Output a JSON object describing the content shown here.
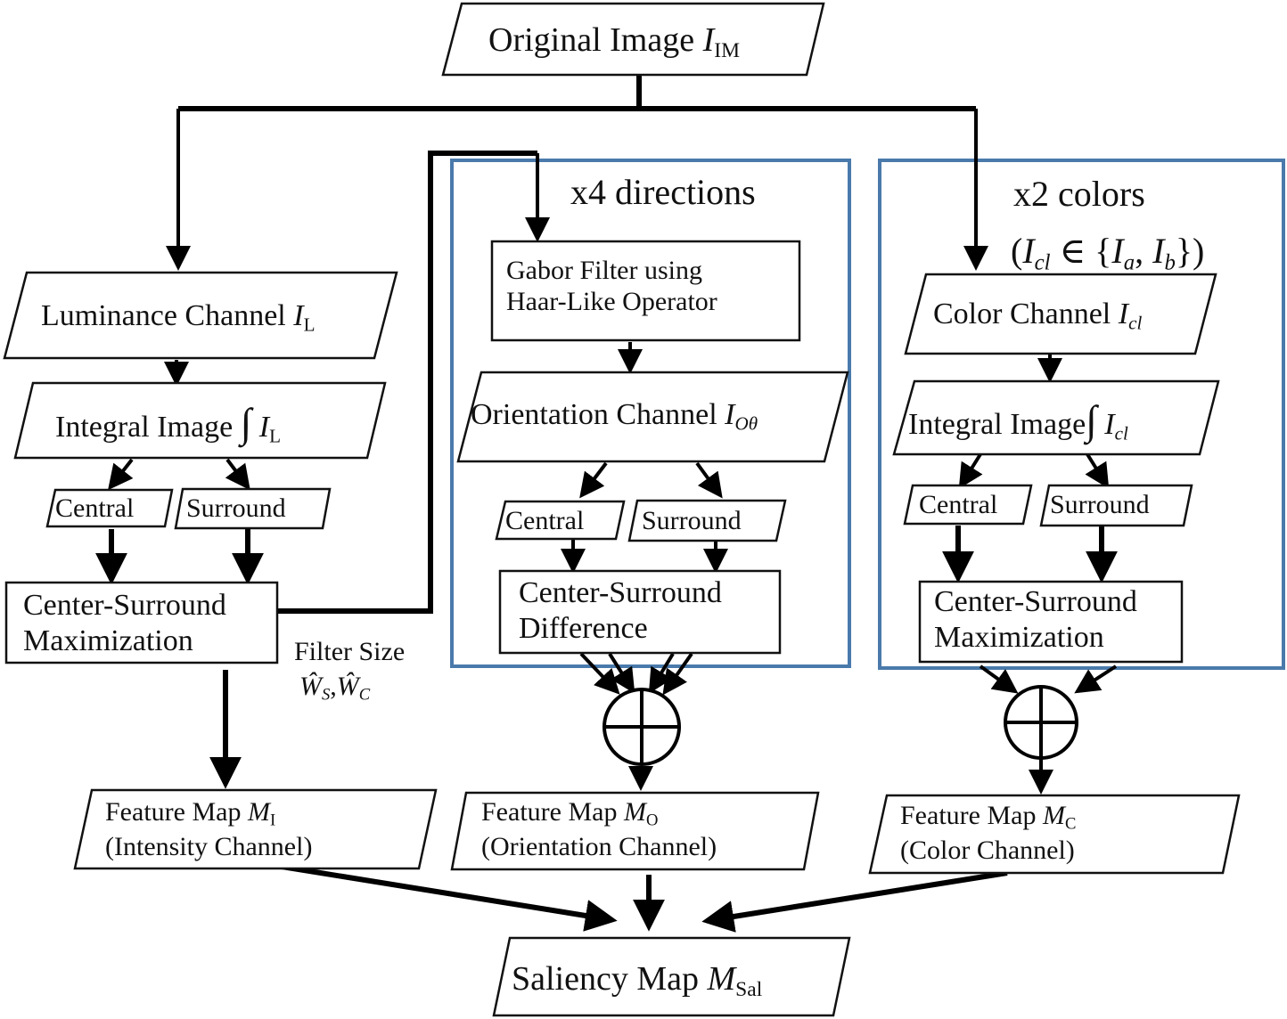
{
  "diagram": {
    "title": "Saliency map computation pipeline",
    "nodes": {
      "original": {
        "text": "Original Image ",
        "sym": "I",
        "sub": "IM"
      },
      "luminance": {
        "text": "Luminance Channel ",
        "sym": "I",
        "sub": "L"
      },
      "integral_l": {
        "text": "Integral Image ",
        "op": "∫",
        "sym": "I",
        "sub": "L"
      },
      "central_l": {
        "text": "Central"
      },
      "surround_l": {
        "text": "Surround"
      },
      "csmax_l": {
        "line1": "Center-Surround",
        "line2": "Maximization"
      },
      "filter_size": {
        "line1": "Filter Size",
        "line2": "Ŵ",
        "s_sub": "S",
        "sep": ",",
        "line2b": "Ŵ",
        "c_sub": "C"
      },
      "gabor": {
        "line1": "Gabor Filter using",
        "line2": "Haar-Like Operator"
      },
      "orientation": {
        "text": "Orientation  Channel ",
        "sym": "I",
        "sub": "Oθ"
      },
      "central_o": {
        "text": "Central"
      },
      "surround_o": {
        "text": "Surround"
      },
      "csdiff_o": {
        "line1": "Center-Surround",
        "line2": "Difference"
      },
      "color": {
        "text": "Color Channel ",
        "sym": "I",
        "sub": "cl"
      },
      "integral_c": {
        "text": "Integral Image",
        "op": "∫",
        "sym": "I",
        "sub": "cl"
      },
      "central_c": {
        "text": "Central"
      },
      "surround_c": {
        "text": "Surround"
      },
      "csmax_c": {
        "line1": "Center-Surround",
        "line2": "Maximization"
      },
      "feature_i": {
        "line1": "Feature Map ",
        "sym": "M",
        "sub": "I",
        "line2": "(Intensity Channel)"
      },
      "feature_o": {
        "line1": "Feature Map ",
        "sym": "M",
        "sub": "O",
        "line2": "(Orientation Channel)"
      },
      "feature_c": {
        "line1": "Feature Map ",
        "sym": "M",
        "sub": "C",
        "line2": "(Color Channel)"
      },
      "saliency": {
        "text": "Saliency Map ",
        "sym": "M",
        "sub": "Sal"
      }
    },
    "groups": {
      "orientation": {
        "label": "x4 directions"
      },
      "color": {
        "label": "x2 colors",
        "set_open": "(",
        "sym": "I",
        "sub": "cl",
        "elem": " ∈ {",
        "a": "I",
        "a_sub": "a",
        "comma": ", ",
        "b": "I",
        "b_sub": "b",
        "set_close": "})"
      }
    },
    "sum_symbol": "⊕",
    "colors": {
      "group_border": "#4a7aab",
      "stroke": "#000000",
      "background": "#ffffff"
    }
  }
}
